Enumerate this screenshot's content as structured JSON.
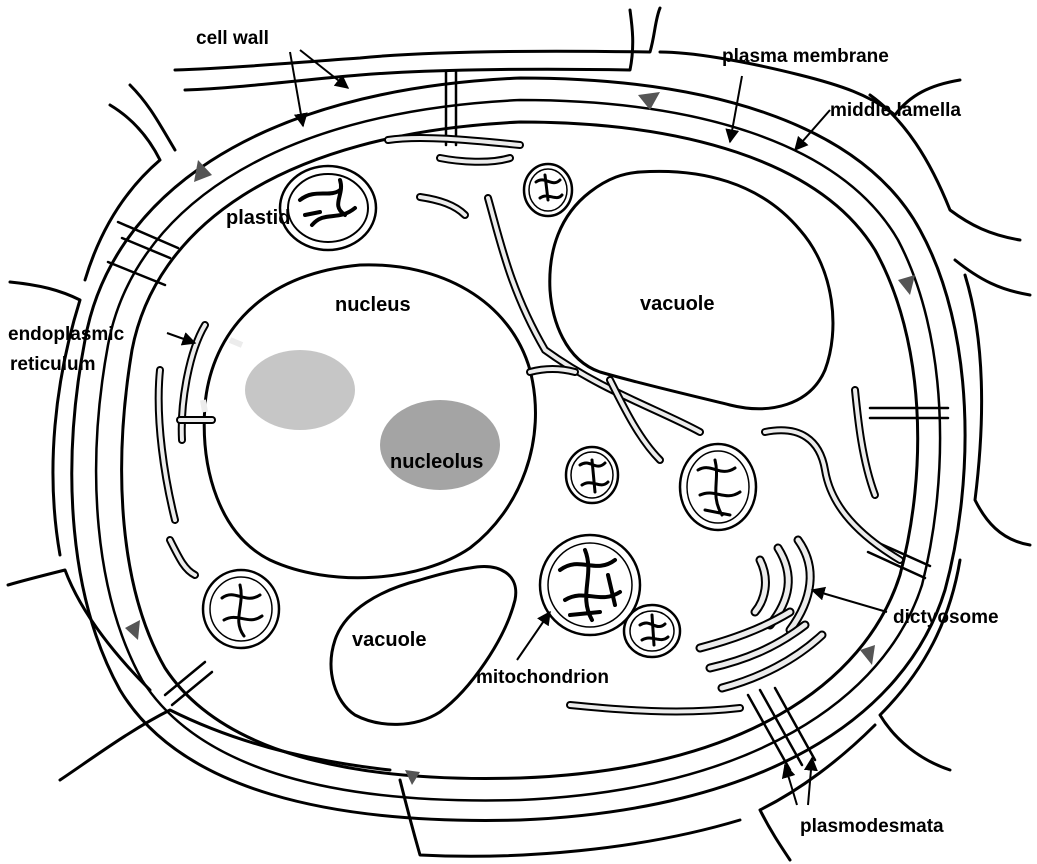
{
  "colors": {
    "cytoplasm": "#ececec",
    "nucleus": "#9a9a9a",
    "nucleolus": "#7c7c7c",
    "wall": "#ffffff",
    "ink": "#000000",
    "junction": "#555555"
  },
  "labels": {
    "cell_wall": "cell wall",
    "plasma_membrane": "plasma membrane",
    "middle_lamella": "middle lamella",
    "plastid": "plastid",
    "nucleus": "nucleus",
    "vacuole_large": "vacuole",
    "endoplasmic": "endoplasmic",
    "reticulum": "reticulum",
    "nucleolus": "nucleolus",
    "dictyosome": "dictyosome",
    "vacuole_small": "vacuole",
    "mitochondrion": "mitochondrion",
    "plasmodesmata": "plasmodesmata"
  }
}
